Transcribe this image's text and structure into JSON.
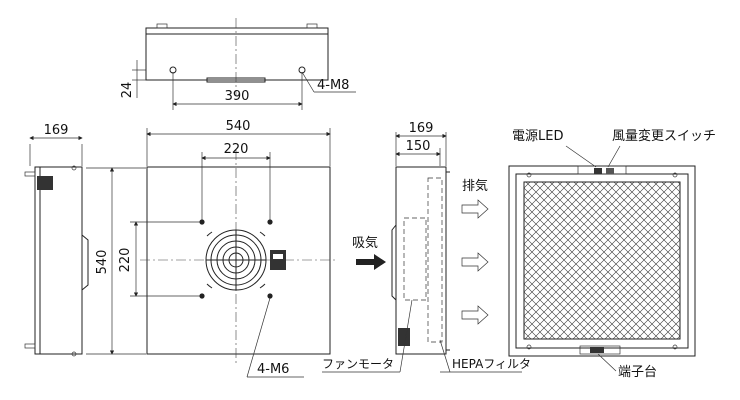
{
  "top_view": {
    "height_dim": "24",
    "hole_span": "390",
    "hole_callout": "4-M8"
  },
  "side_view_left": {
    "depth_dim": "169",
    "height_dim": "540"
  },
  "front_view": {
    "width_dim": "540",
    "hole_span_x": "220",
    "hole_span_y": "220",
    "hole_callout": "4-M6"
  },
  "section_view": {
    "depth_dim": "169",
    "inner_dim": "150",
    "exhaust_label": "排気",
    "intake_label": "吸気",
    "fan_motor_label": "ファンモータ",
    "hepa_label": "HEPAフィルタ"
  },
  "rear_view": {
    "led_label": "電源LED",
    "switch_label": "風量変更スイッチ",
    "terminal_label": "端子台"
  },
  "colors": {
    "line": "#222222",
    "filter_mesh": "#333333"
  }
}
